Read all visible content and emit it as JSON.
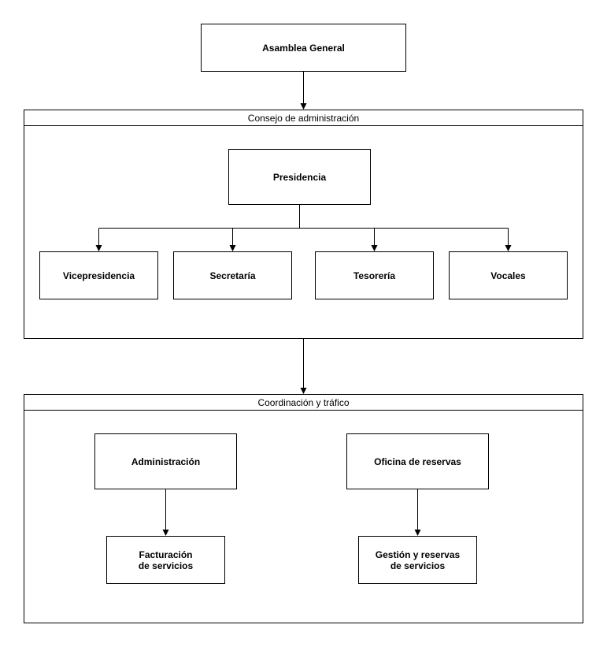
{
  "top": {
    "label": "Asamblea General"
  },
  "consejo": {
    "title": "Consejo de administración",
    "presidencia": "Presidencia",
    "members": [
      "Vicepresidencia",
      "Secretaría",
      "Tesorería",
      "Vocales"
    ]
  },
  "coordinacion": {
    "title": "Coordinación y tráfico",
    "administracion": "Administración",
    "oficina": "Oficina de reservas",
    "facturacion": "Facturación\nde servicios",
    "gestion": "Gestión y reservas\nde servicios"
  },
  "colors": {
    "stroke": "#000000",
    "background": "#ffffff"
  }
}
